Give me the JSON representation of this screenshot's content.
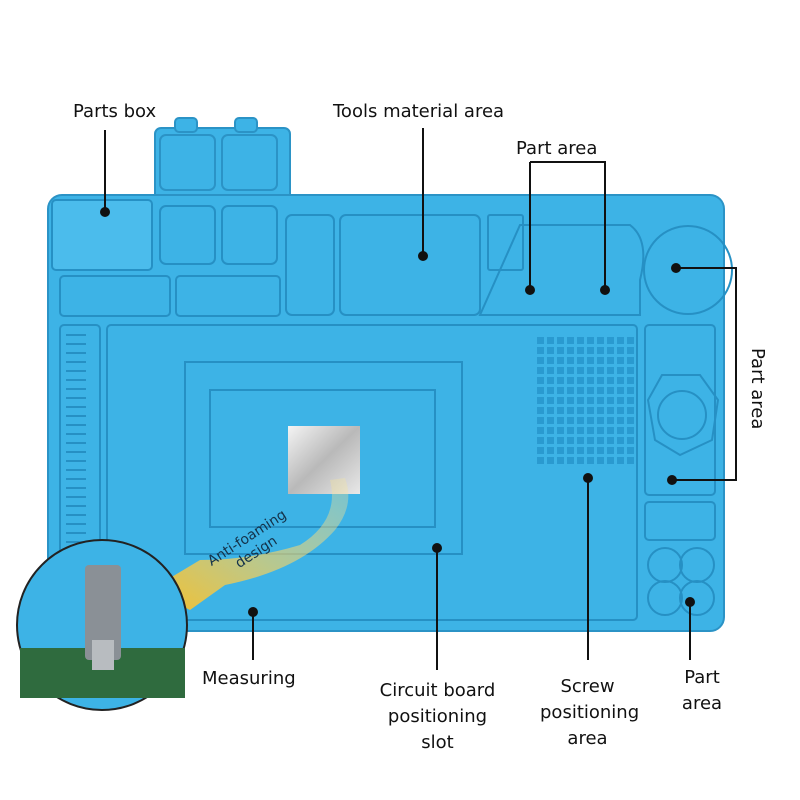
{
  "labels": {
    "parts_box": "Parts box",
    "tools_material_area": "Tools material area",
    "part_area_top": "Part area",
    "part_area_right": "Part area",
    "anti_foaming": [
      "Anti-foaming",
      "design"
    ],
    "measuring": "Measuring",
    "circuit_board": [
      "Circuit board",
      "positioning",
      "slot"
    ],
    "screw": [
      "Screw",
      "positioning",
      "area"
    ],
    "part_area_bottom": [
      "Part",
      "area"
    ]
  },
  "colors": {
    "mat": "#3db3e6",
    "mat_dark": "#2b93c6",
    "accent": "#f5c542"
  }
}
